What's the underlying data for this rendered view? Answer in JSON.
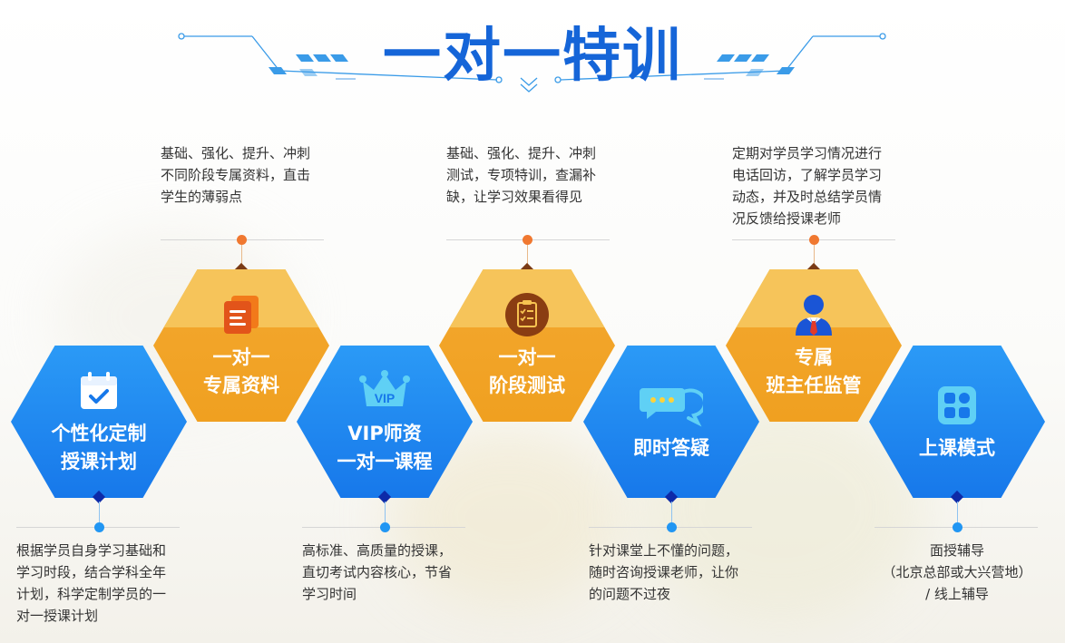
{
  "title": "一对一特训",
  "colors": {
    "blue": "#1778ea",
    "orange": "#f0a020",
    "title": "#1565d8",
    "accent_dot_blue": "#2196f3",
    "accent_dot_orange": "#f07830",
    "diamond_blue": "#0d2aa8",
    "diamond_brown": "#7a3b16"
  },
  "cards": [
    {
      "id": "plan",
      "lines": [
        "个性化定制",
        "授课计划"
      ],
      "icon": "calendar-check-icon",
      "color": "blue",
      "desc": [
        "根据学员自身学习基础和",
        "学习时段，结合学科全年",
        "计划，科学定制学员的一",
        "对一授课计划"
      ]
    },
    {
      "id": "materials",
      "lines": [
        "一对一",
        "专属资料"
      ],
      "icon": "documents-icon",
      "color": "orange",
      "desc": [
        "基础、强化、提升、冲刺",
        "不同阶段专属资料，直击",
        "学生的薄弱点"
      ]
    },
    {
      "id": "vip",
      "lines": [
        "VIP师资",
        "一对一课程"
      ],
      "icon": "vip-crown-icon",
      "icon_text": "VIP",
      "color": "blue",
      "desc": [
        "高标准、高质量的授课，",
        "直切考试内容核心，节省",
        "学习时间"
      ]
    },
    {
      "id": "test",
      "lines": [
        "一对一",
        "阶段测试"
      ],
      "icon": "clipboard-checklist-icon",
      "color": "orange",
      "desc": [
        "基础、强化、提升、冲刺",
        "测试，专项特训，查漏补",
        "缺，让学习效果看得见"
      ]
    },
    {
      "id": "qa",
      "lines": [
        "即时答疑"
      ],
      "icon": "chat-bubble-icon",
      "color": "blue",
      "desc": [
        "针对课堂上不懂的问题，",
        "随时咨询授课老师，让你",
        "的问题不过夜"
      ]
    },
    {
      "id": "supervisor",
      "lines": [
        "专属",
        "班主任监管"
      ],
      "icon": "supervisor-person-icon",
      "color": "orange",
      "desc": [
        "定期对学员学习情况进行",
        "电话回访，了解学员学习",
        "动态，并及时总结学员情",
        "况反馈给授课老师"
      ]
    },
    {
      "id": "mode",
      "lines": [
        "上课模式"
      ],
      "icon": "grid-apps-icon",
      "color": "blue",
      "desc": [
        "面授辅导",
        "（北京总部或大兴营地）",
        "/  线上辅导"
      ]
    }
  ]
}
